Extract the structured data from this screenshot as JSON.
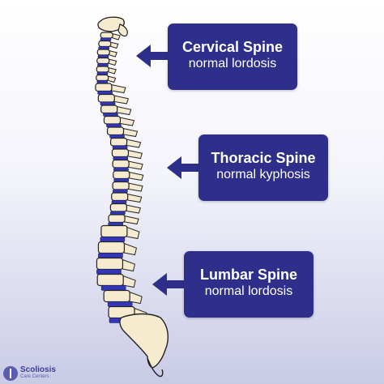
{
  "labels": {
    "cervical": {
      "title": "Cervical Spine",
      "subtitle": "normal lordosis"
    },
    "thoracic": {
      "title": "Thoracic Spine",
      "subtitle": "normal kyphosis"
    },
    "lumbar": {
      "title": "Lumbar Spine",
      "subtitle": "normal lordosis"
    }
  },
  "logo": {
    "line1": "Scoliosis",
    "line2": "Care Centers"
  },
  "colors": {
    "accent": "#2e2f8a",
    "disc": "#3337b5",
    "bone": "#f6ebcf",
    "outline": "#222222"
  }
}
